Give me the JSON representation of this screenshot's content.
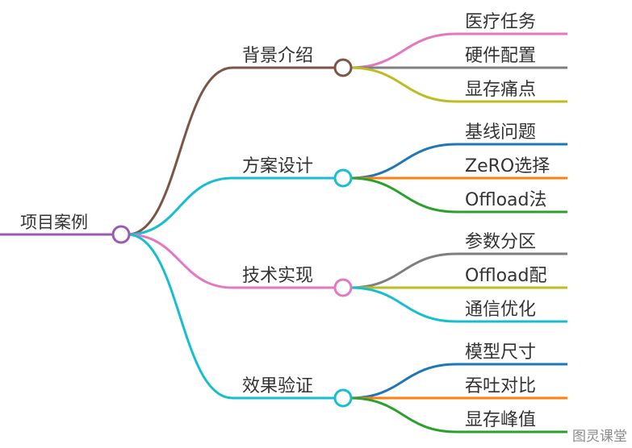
{
  "root": {
    "label": "项目案例",
    "color": "#9b59b6"
  },
  "branches": [
    {
      "label": "背景介绍",
      "color": "#7b5548",
      "leaves": [
        {
          "label": "医疗任务",
          "color": "#e377c2"
        },
        {
          "label": "硬件配置",
          "color": "#7f7f7f"
        },
        {
          "label": "显存痛点",
          "color": "#bcbd22"
        }
      ]
    },
    {
      "label": "方案设计",
      "color": "#17becf",
      "leaves": [
        {
          "label": "基线问题",
          "color": "#1f77b4"
        },
        {
          "label": "ZeRO选择",
          "color": "#ff7f0e"
        },
        {
          "label": "Offload法",
          "color": "#2ca02c"
        }
      ]
    },
    {
      "label": "技术实现",
      "color": "#e377c2",
      "leaves": [
        {
          "label": "参数分区",
          "color": "#7f7f7f"
        },
        {
          "label": "Offload配",
          "color": "#bcbd22"
        },
        {
          "label": "通信优化",
          "color": "#17becf"
        }
      ]
    },
    {
      "label": "效果验证",
      "color": "#17becf",
      "leaves": [
        {
          "label": "模型尺寸",
          "color": "#1f77b4"
        },
        {
          "label": "吞吐对比",
          "color": "#ff7f0e"
        },
        {
          "label": "显存峰值",
          "color": "#2ca02c"
        }
      ]
    }
  ],
  "watermark": "图灵课堂"
}
